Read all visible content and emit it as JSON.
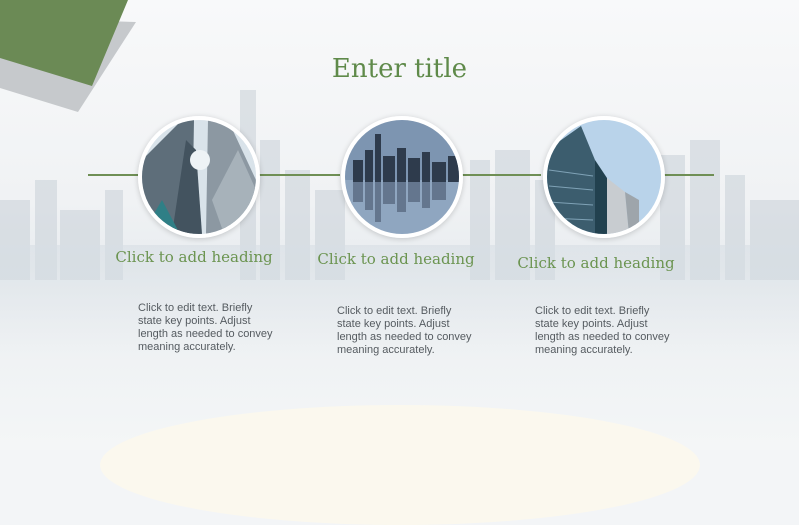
{
  "slide": {
    "title": "Enter title",
    "accent_color": "#5f8a4a",
    "items": [
      {
        "heading": "Click to add heading",
        "body": "Click to edit text. Briefly state key points. Adjust length as needed to convey meaning accurately."
      },
      {
        "heading": "Click to add heading",
        "body": "Click to edit text. Briefly state key points. Adjust length as needed to convey meaning accurately."
      },
      {
        "heading": "Click to add heading",
        "body": "Click to edit text. Briefly state key points. Adjust length as needed to convey meaning accurately."
      }
    ]
  }
}
